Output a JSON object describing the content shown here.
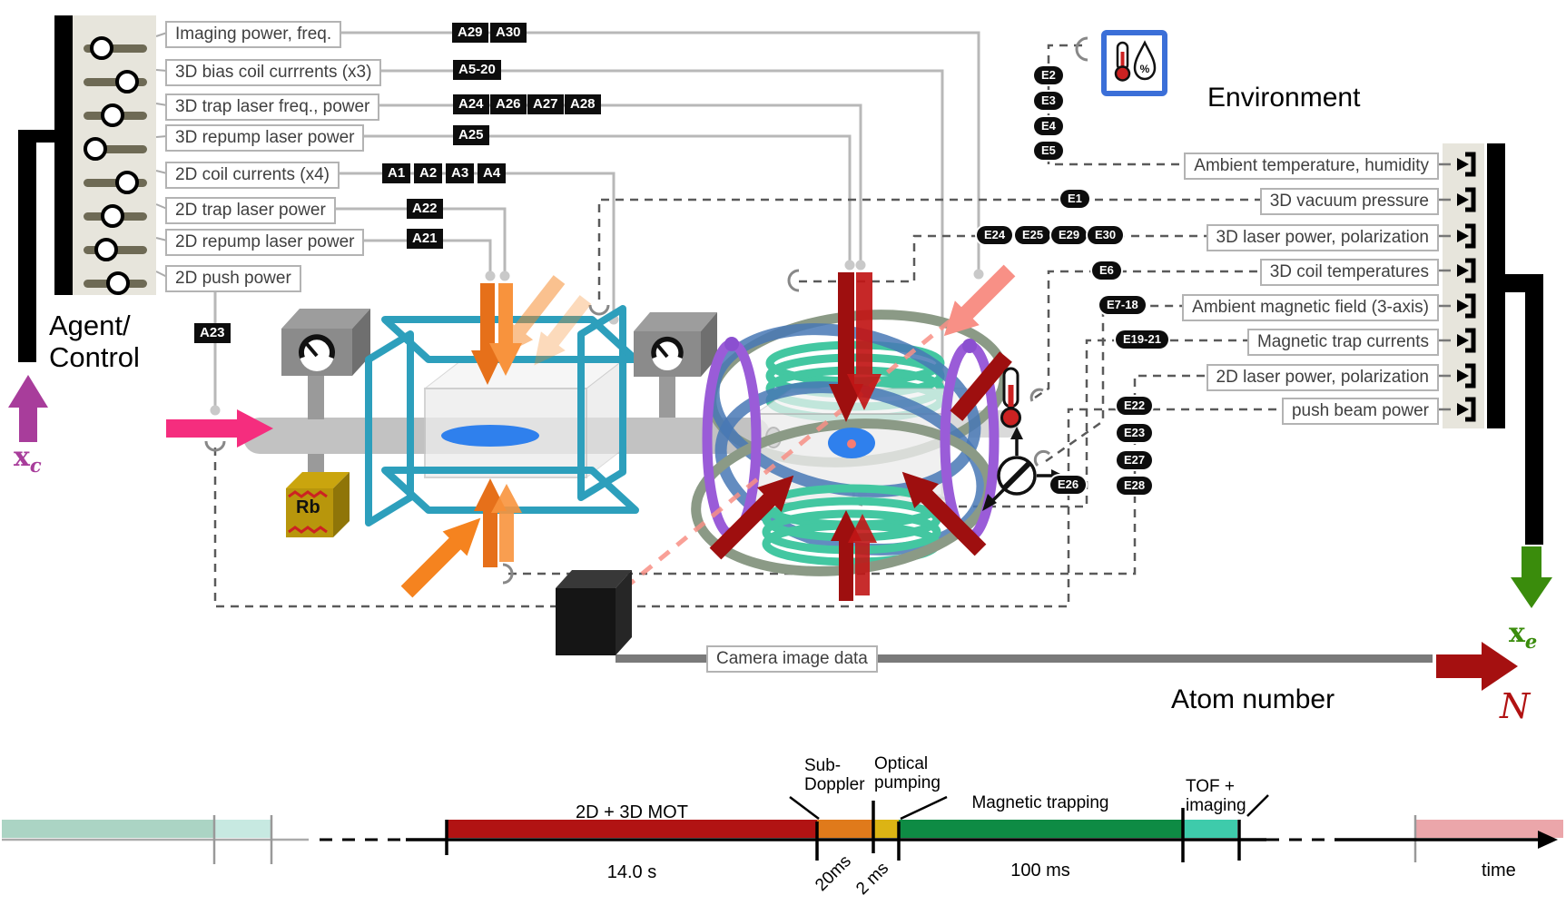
{
  "agent_panel": {
    "title_line1": "Agent/",
    "title_line2": "Control",
    "control_vector_symbol": "x",
    "control_vector_subscript": "c",
    "sliders": [
      {
        "label": "Imaging power, freq.",
        "tags": [
          "A29",
          "A30"
        ],
        "knob_percent": 29
      },
      {
        "label": "3D bias coil currrents (x3)",
        "tags": [
          "A5-20"
        ],
        "knob_percent": 68
      },
      {
        "label": "3D trap laser freq., power",
        "tags": [
          "A24",
          "A26",
          "A27",
          "A28"
        ],
        "knob_percent": 46
      },
      {
        "label": "3D repump laser power",
        "tags": [
          "A25"
        ],
        "knob_percent": 18
      },
      {
        "label": "2D coil currents (x4)",
        "tags": [
          "A1",
          "A2",
          "A3",
          "A4"
        ],
        "knob_percent": 68
      },
      {
        "label": "2D trap laser power",
        "tags": [
          "A22"
        ],
        "knob_percent": 46
      },
      {
        "label": "2D repump laser power",
        "tags": [
          "A21"
        ],
        "knob_percent": 35
      },
      {
        "label": "2D push power",
        "tags": [
          "A23"
        ],
        "knob_percent": 54
      }
    ]
  },
  "environment_panel": {
    "title": "Environment",
    "output_vector_symbol": "x",
    "output_vector_subscript": "e",
    "humidity_glyph": "%",
    "sensors": [
      {
        "label": "Ambient temperature, humidity",
        "tags": [
          "E2",
          "E3",
          "E4",
          "E5"
        ]
      },
      {
        "label": "3D vacuum pressure",
        "tags": [
          "E1"
        ]
      },
      {
        "label": "3D laser power, polarization",
        "tags": [
          "E24",
          "E25",
          "E29",
          "E30"
        ]
      },
      {
        "label": "3D coil temperatures",
        "tags": [
          "E6"
        ]
      },
      {
        "label": "Ambient magnetic field (3-axis)",
        "tags": [
          "E7-18"
        ]
      },
      {
        "label": "Magnetic trap currents",
        "tags": [
          "E19-21"
        ]
      },
      {
        "label": "2D laser power, polarization",
        "tags": [
          "E22",
          "E23",
          "E27",
          "E28"
        ]
      },
      {
        "label": "push beam power",
        "tags": [
          "E26"
        ]
      }
    ]
  },
  "apparatus": {
    "rb_source_label": "Rb",
    "camera_data_label": "Camera image data",
    "atom_number_label": "Atom number",
    "atom_number_symbol": "N"
  },
  "timeline": {
    "axis_label": "time",
    "phases": [
      {
        "name": "2D + 3D MOT",
        "duration": "14.0 s",
        "color": "#b11313"
      },
      {
        "name_line1": "Sub-",
        "name_line2": "Doppler",
        "duration": "20ms",
        "color": "#e07a1b"
      },
      {
        "name_line1": "Optical",
        "name_line2": "pumping",
        "duration": "2 ms",
        "color": "#dcb414"
      },
      {
        "name": "Magnetic trapping",
        "duration": "100 ms",
        "color": "#0e8b44"
      },
      {
        "name_line1": "TOF +",
        "name_line2": "imaging",
        "duration": "",
        "color": "#3ecbab"
      }
    ]
  },
  "colors": {
    "idle_past": "#abd4c4",
    "idle_past_light": "#c7e9e1",
    "idle_future": "#eba6aa",
    "control_magenta": "#a83d9b",
    "environment_green": "#3a8c0c",
    "atom_red": "#a51010",
    "push_pink": "#f52d7e",
    "laser_orange": "#f5831f",
    "laser_red": "#9e0f0f",
    "imaging_salmon": "#f89086",
    "coil_cyan": "#2d9fbc",
    "coil_teal": "#43c7a1",
    "coil_blue": "#4878b5",
    "coil_purple": "#9a5cd8",
    "coil_olive": "#8b9a86",
    "sensor_blue": "#3b6fd8"
  },
  "icons": {
    "temperature": "thermometer-icon",
    "humidity": "humidity-droplet-icon",
    "vacuum": "pressure-gauge-icon",
    "magnetic_field": "magnetometer-icon",
    "camera": "camera-icon",
    "sensor_port": "sensor-input-port-icon"
  }
}
